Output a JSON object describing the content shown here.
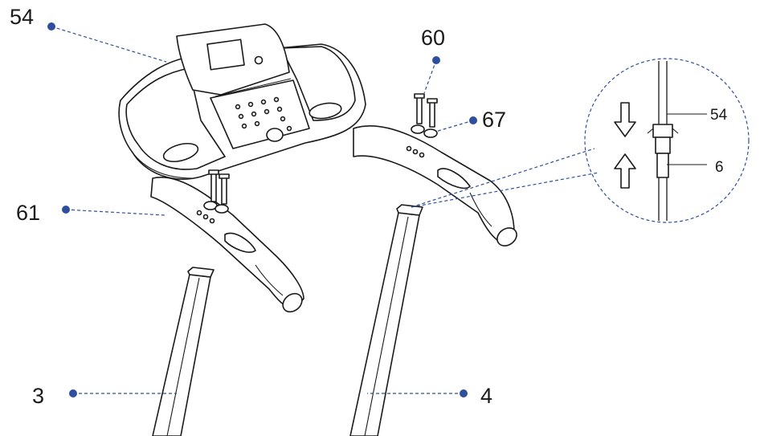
{
  "callouts": {
    "console": "54",
    "bolt": "60",
    "washer": "67",
    "handrail": "61",
    "left_upright": "3",
    "right_upright": "4"
  },
  "detail": {
    "upper_cable": "54",
    "lower_cable": "6"
  },
  "colors": {
    "leader": "#2f4f9e",
    "ink": "#1a1a1a"
  }
}
